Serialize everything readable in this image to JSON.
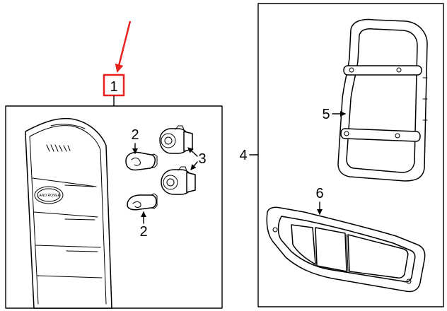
{
  "callouts": {
    "lamp_assembly": "1",
    "bulb": "2",
    "bulb_lower": "2",
    "socket": "3",
    "housing_box": "4",
    "lens_frame": "5",
    "gasket": "6"
  },
  "colors": {
    "highlight": "#e8201f",
    "line": "#000000",
    "background": "#ffffff"
  },
  "emblem_text": "LAND ROVER"
}
